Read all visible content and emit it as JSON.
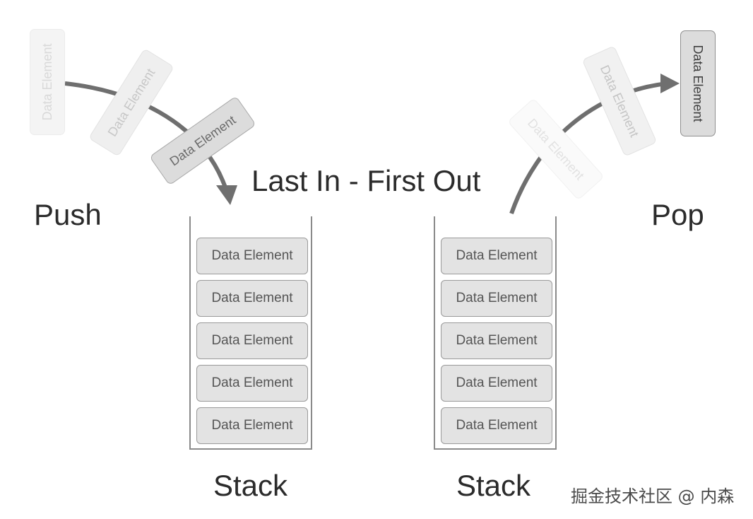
{
  "title": "Last In - First Out",
  "push": {
    "label": "Push",
    "flying_elements": [
      "Data Element",
      "Data Element",
      "Data Element"
    ]
  },
  "pop": {
    "label": "Pop",
    "flying_elements": [
      "Data Element",
      "Data Element",
      "Data Element"
    ]
  },
  "stacks": [
    {
      "label": "Stack",
      "elements": [
        "Data Element",
        "Data Element",
        "Data Element",
        "Data Element",
        "Data Element"
      ]
    },
    {
      "label": "Stack",
      "elements": [
        "Data Element",
        "Data Element",
        "Data Element",
        "Data Element",
        "Data Element"
      ]
    }
  ],
  "watermark": "掘金技术社区 @ 内森",
  "colors": {
    "arrow": "#6f6f6f",
    "element_fill": "#e3e3e3",
    "element_border": "#9a9a9a",
    "stack_wall": "#8a8a8a"
  }
}
